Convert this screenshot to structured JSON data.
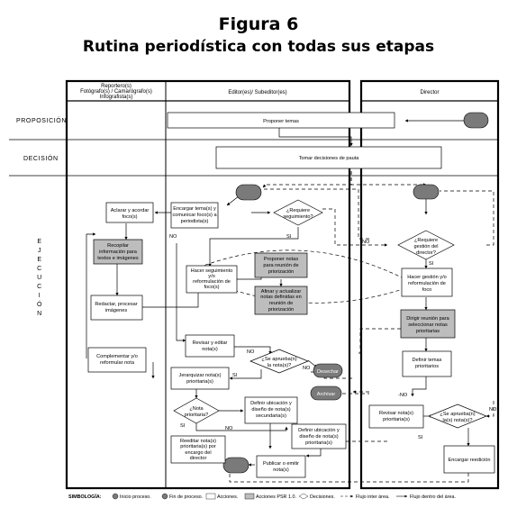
{
  "figure": {
    "title": "Figura 6",
    "subtitle": "Rutina periodística con todas sus etapas"
  },
  "columns": {
    "reporters": [
      "Reportero(s)",
      "Fotógrafo(s) / Camarógrafo(s)",
      "Infografista(s)"
    ],
    "editors": "Editor(es)/ Subeditor(es)",
    "director": "Director"
  },
  "phases": {
    "proposicion": "PROPOSICIÓN",
    "decision": "DECISIÓN",
    "ejecucion": [
      "E",
      "J",
      "E",
      "C",
      "U",
      "C",
      "I",
      "Ó",
      "N"
    ]
  },
  "boxes": {
    "proponer_temas": "Proponer temas",
    "tomar_decisiones": "Tomar decisiones de pauta",
    "encargar_tema": [
      "Encargar tema(s) y",
      "comunicar foco(s) a",
      "periodista(s)"
    ],
    "aclarar": [
      "Aclarar y acordar",
      "foco(s)"
    ],
    "recopilar": [
      "Recopilar",
      "información para",
      "textos e imágenes"
    ],
    "redactar": [
      "Redactar, procesar",
      "imágenes"
    ],
    "complementar": [
      "Complementar y/o",
      "reformular nota"
    ],
    "hacer_seguimiento": [
      "Hacer seguimiento",
      "y/o",
      "reformulación de",
      "foco(s)"
    ],
    "proponer_notas": [
      "Proponer notas",
      "para reunión de",
      "priorización"
    ],
    "afinar": [
      "Afinar y actualizar",
      "notas definidas en",
      "reunión de",
      "priorización"
    ],
    "revisar_editar": [
      "Revisar y editar",
      "nota(s)"
    ],
    "jerarquizar": [
      "Jerarquizar nota(s)",
      "prioritaria(s)"
    ],
    "definir_secundaria": [
      "Definir ubicación y",
      "diseño de nota(s)",
      "secundaria(s)"
    ],
    "definir_prioritaria": [
      "Definir ubicación y",
      "diseño de nota(s)",
      "prioritaria(s)"
    ],
    "reeditar": [
      "Reeditar nota(s)",
      "prioritaria(s) por",
      "encargo del",
      "director"
    ],
    "publicar": [
      "Publicar o emitir",
      "nota(s)"
    ],
    "hacer_gestion": [
      "Hacer gestión y/o",
      "reformulación de",
      "foco"
    ],
    "dirigir_reunion": [
      "Dirigir reunión para",
      "seleccionar notas",
      "prioritarias"
    ],
    "definir_temas": [
      "Definir temas",
      "prioritarios"
    ],
    "revisar_prioritaria": [
      "Revisar nota(s)",
      "prioritaria(s)"
    ],
    "encargar_reedicion": "Encargar reedición",
    "desechar": "Desechar",
    "archivar": "Archivar"
  },
  "decisions": {
    "requiere_seguimiento": [
      "¿Requiere",
      "seguimiento?"
    ],
    "requiere_gestion": [
      "¿Requiere",
      "gestión del",
      "director?"
    ],
    "se_aprueba_editor": [
      "¿Se aprueba(n)",
      "la nota(s)?"
    ],
    "nota_prioritaria": [
      "¿Nota",
      "prioritaria?"
    ],
    "se_aprueba_director": [
      "¿Se aprueba(n)",
      "la(s) nota(s)?"
    ]
  },
  "flow_labels": {
    "no": "NO",
    "si": "SI",
    "no_dash": "-NO"
  },
  "legend": {
    "title": "SIMBOLOGÍA:",
    "items": [
      "Inicio proceso.",
      "Fin de proceso.",
      "Acciones.",
      "Acciones PSR 1.0.",
      "Decisiones.",
      "Flujo inter área.",
      "Flujo dentro del área."
    ]
  },
  "colors": {
    "terminal_fill": "#7a7a7a",
    "psr_fill": "#bdbdbd",
    "line": "#000000"
  }
}
